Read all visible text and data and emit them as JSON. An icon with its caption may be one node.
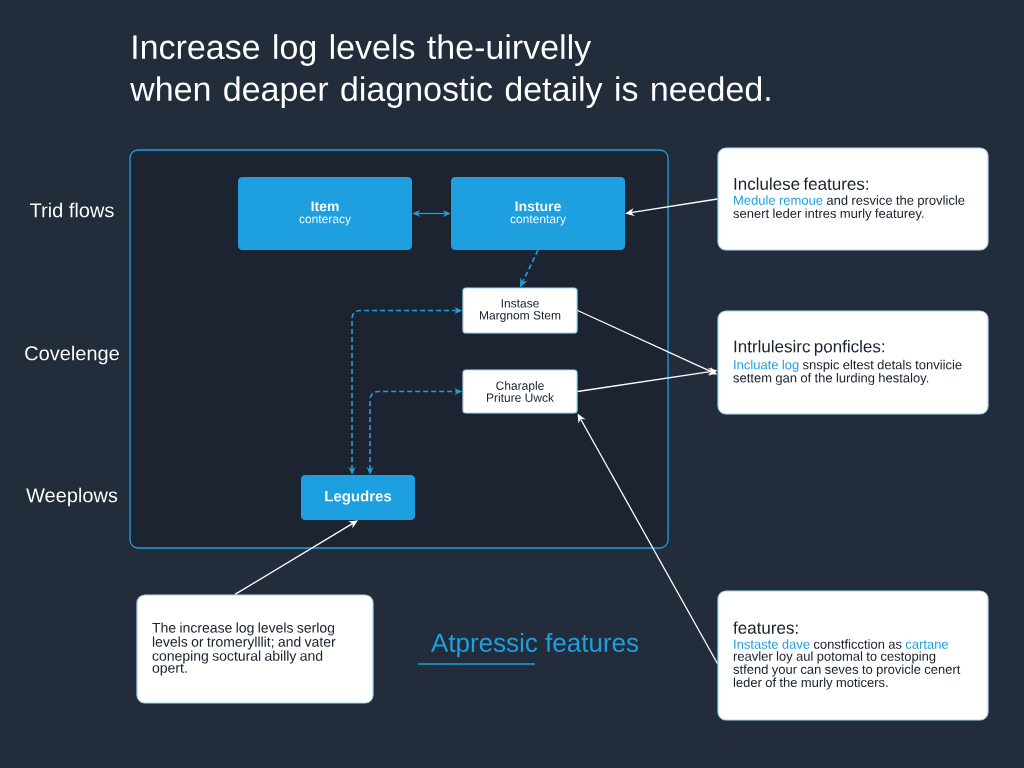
{
  "diagram": {
    "title": "Increase log levels the-uirvelly when deaper diagnostic detaily is needed.",
    "nodes": [
      {
        "text": [],
        "shape": "box"
      },
      {
        "text": [
          "Item",
          "conteracy"
        ],
        "in": 0
      },
      {
        "text": [
          "Insture",
          "contentary"
        ],
        "in": 0
      },
      {
        "text": [
          "Instase Margnom Stem"
        ],
        "in": 0
      },
      {
        "text": [
          "Charaple Priture Uwck"
        ],
        "in": 0
      },
      {
        "text": [
          "Legudres"
        ],
        "in": 0
      },
      {
        "text": [
          "Inclulese features:",
          "Medule remoue",
          "and resvice the provlicle senert leder intres murly featurey."
        ]
      },
      {
        "text": [
          "Intrlulesirc ponficles:",
          "Incluate log",
          "snspic eltest detals tonviicie settem gan of the lurding hestaloy."
        ]
      },
      {
        "text": [
          "The increase log levels serlog levels or tromerylllit; and vater coneping soctural abilly and opert."
        ]
      },
      {
        "text": [
          "features:",
          "Instaste dave",
          "constficction as",
          "cartane",
          "reavler loy aul potomal to cestoping stfend your can seves to provicle cenert leder of the murly moticers."
        ]
      }
    ],
    "edges": [
      {
        "from": 1,
        "to": 2,
        "arrow": "both",
        "color": "#1ea0e0"
      },
      {
        "from": 2,
        "to": 3,
        "arrow": "to",
        "style": "dashed",
        "color": "#1ea0e0"
      },
      {
        "from": 6,
        "to": 2,
        "arrow": "to"
      },
      {
        "from": 5,
        "to": 3,
        "arrow": "both",
        "style": "dashed",
        "color": "#1ea0e0"
      },
      {
        "from": 5,
        "to": 4,
        "arrow": "both",
        "style": "dashed",
        "color": "#1ea0e0"
      },
      {
        "from": 3,
        "to": 7,
        "arrow": "to"
      },
      {
        "from": 4,
        "to": 7,
        "arrow": "to"
      },
      {
        "from": 9,
        "to": 4,
        "arrow": "to"
      },
      {
        "from": 8,
        "to": 5,
        "arrow": "to"
      }
    ],
    "labels": [
      "Trid flows",
      "Covelenge",
      "Weeplows",
      "Atpressic features"
    ]
  }
}
